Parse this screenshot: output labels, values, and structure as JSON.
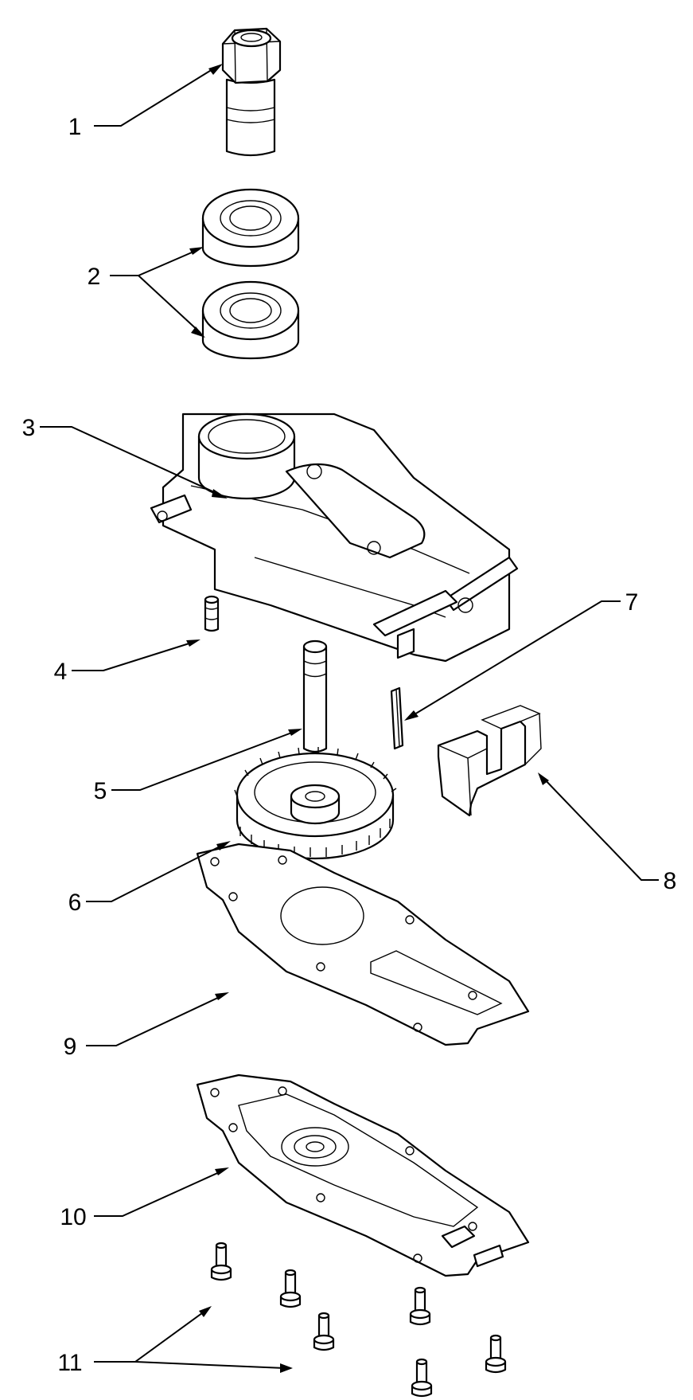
{
  "callouts": [
    {
      "id": "1",
      "label": "1",
      "part": "bolt"
    },
    {
      "id": "2",
      "label": "2",
      "part": "bearings"
    },
    {
      "id": "3",
      "label": "3",
      "part": "gear-housing"
    },
    {
      "id": "4",
      "label": "4",
      "part": "pin"
    },
    {
      "id": "5",
      "label": "5",
      "part": "shaft"
    },
    {
      "id": "6",
      "label": "6",
      "part": "gear"
    },
    {
      "id": "7",
      "label": "7",
      "part": "key"
    },
    {
      "id": "8",
      "label": "8",
      "part": "u-block"
    },
    {
      "id": "9",
      "label": "9",
      "part": "gasket"
    },
    {
      "id": "10",
      "label": "10",
      "part": "cover-plate"
    },
    {
      "id": "11",
      "label": "11",
      "part": "screws"
    }
  ]
}
